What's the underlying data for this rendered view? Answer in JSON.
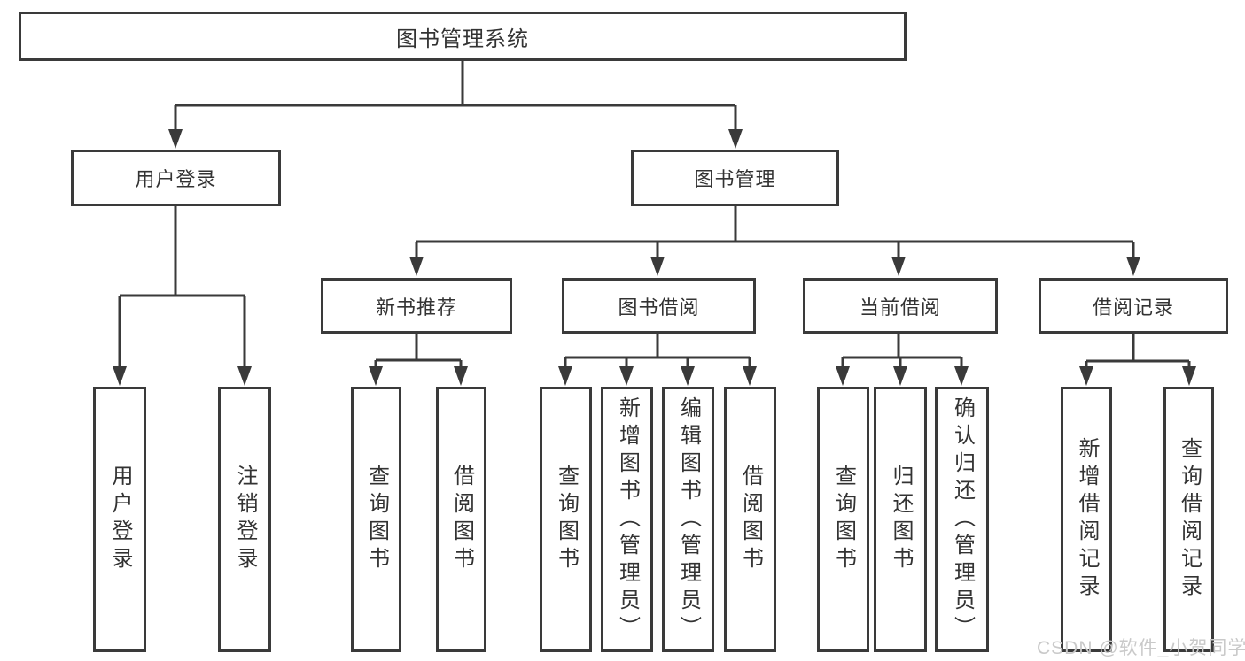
{
  "diagram": {
    "type": "hierarchy-chart",
    "root": {
      "label": "图书管理系统"
    },
    "level2": [
      {
        "label": "用户登录"
      },
      {
        "label": "图书管理"
      }
    ],
    "level3": [
      {
        "label": "新书推荐",
        "parent": "图书管理"
      },
      {
        "label": "图书借阅",
        "parent": "图书管理"
      },
      {
        "label": "当前借阅",
        "parent": "图书管理"
      },
      {
        "label": "借阅记录",
        "parent": "图书管理"
      }
    ],
    "level4": [
      {
        "label": "用户登录",
        "parent": "用户登录"
      },
      {
        "label": "注销登录",
        "parent": "用户登录"
      },
      {
        "label": "查询图书",
        "parent": "新书推荐"
      },
      {
        "label": "借阅图书",
        "parent": "新书推荐"
      },
      {
        "label": "查询图书",
        "parent": "图书借阅"
      },
      {
        "label": "新增图书（管理员）",
        "parent": "图书借阅"
      },
      {
        "label": "编辑图书（管理员）",
        "parent": "图书借阅"
      },
      {
        "label": "借阅图书",
        "parent": "图书借阅"
      },
      {
        "label": "查询图书",
        "parent": "当前借阅"
      },
      {
        "label": "归还图书",
        "parent": "当前借阅"
      },
      {
        "label": "确认归还（管理员）",
        "parent": "当前借阅"
      },
      {
        "label": "新增借阅记录",
        "parent": "借阅记录"
      },
      {
        "label": "查询借阅记录",
        "parent": "借阅记录"
      }
    ]
  },
  "watermark": {
    "text": "CSDN @软件_小贺同学"
  },
  "colors": {
    "line": "#3a3a3a",
    "text": "#333333",
    "watermark": "#c9c9c9",
    "background": "#ffffff"
  }
}
